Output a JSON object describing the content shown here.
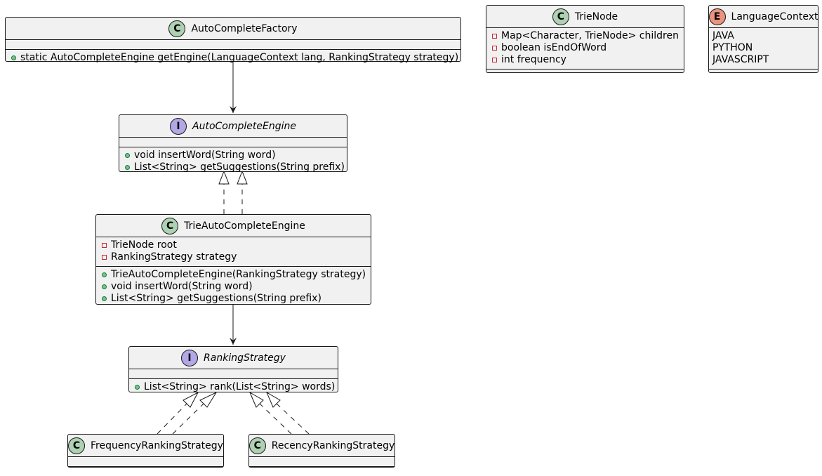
{
  "classes": {
    "auto_complete_factory": {
      "stereotype": "C",
      "name": "AutoCompleteFactory",
      "fields": [],
      "methods": [
        {
          "vis": "public",
          "text": "static AutoCompleteEngine getEngine(LanguageContext lang, RankingStrategy strategy)"
        }
      ]
    },
    "auto_complete_engine": {
      "stereotype": "I",
      "name": "AutoCompleteEngine",
      "fields": [],
      "methods": [
        {
          "vis": "public",
          "text": "void insertWord(String word)"
        },
        {
          "vis": "public",
          "text": "List<String> getSuggestions(String prefix)"
        }
      ]
    },
    "trie_auto_complete_engine": {
      "stereotype": "C",
      "name": "TrieAutoCompleteEngine",
      "fields": [
        {
          "vis": "private",
          "text": "TrieNode root"
        },
        {
          "vis": "private",
          "text": "RankingStrategy strategy"
        }
      ],
      "methods": [
        {
          "vis": "public",
          "text": "TrieAutoCompleteEngine(RankingStrategy strategy)"
        },
        {
          "vis": "public",
          "text": "void insertWord(String word)"
        },
        {
          "vis": "public",
          "text": "List<String> getSuggestions(String prefix)"
        }
      ]
    },
    "ranking_strategy": {
      "stereotype": "I",
      "name": "RankingStrategy",
      "fields": [],
      "methods": [
        {
          "vis": "public",
          "text": "List<String> rank(List<String> words)"
        }
      ]
    },
    "frequency_ranking_strategy": {
      "stereotype": "C",
      "name": "FrequencyRankingStrategy",
      "fields": [],
      "methods": []
    },
    "recency_ranking_strategy": {
      "stereotype": "C",
      "name": "RecencyRankingStrategy",
      "fields": [],
      "methods": []
    },
    "trie_node": {
      "stereotype": "C",
      "name": "TrieNode",
      "fields": [
        {
          "vis": "private",
          "text": "Map<Character, TrieNode> children"
        },
        {
          "vis": "private",
          "text": "boolean isEndOfWord"
        },
        {
          "vis": "private",
          "text": "int frequency"
        }
      ],
      "methods": []
    },
    "language_context": {
      "stereotype": "E",
      "name": "LanguageContext",
      "values": [
        "JAVA",
        "PYTHON",
        "JAVASCRIPT"
      ]
    }
  },
  "relations": [
    {
      "from": "AutoCompleteFactory",
      "to": "AutoCompleteEngine",
      "type": "association"
    },
    {
      "from": "TrieAutoCompleteEngine",
      "to": "AutoCompleteEngine",
      "type": "realization"
    },
    {
      "from": "TrieAutoCompleteEngine",
      "to": "AutoCompleteEngine",
      "type": "realization"
    },
    {
      "from": "TrieAutoCompleteEngine",
      "to": "RankingStrategy",
      "type": "association"
    },
    {
      "from": "FrequencyRankingStrategy",
      "to": "RankingStrategy",
      "type": "realization"
    },
    {
      "from": "FrequencyRankingStrategy",
      "to": "RankingStrategy",
      "type": "realization"
    },
    {
      "from": "RecencyRankingStrategy",
      "to": "RankingStrategy",
      "type": "realization"
    },
    {
      "from": "RecencyRankingStrategy",
      "to": "RankingStrategy",
      "type": "realization"
    }
  ],
  "colors": {
    "class_fill": "#f1f1f1",
    "border": "#181818",
    "badge_class": "#add1b2",
    "badge_interface": "#b4a7e5",
    "badge_enum": "#eb937f",
    "public_marker": "#84be84",
    "private_marker": "#c82930"
  }
}
